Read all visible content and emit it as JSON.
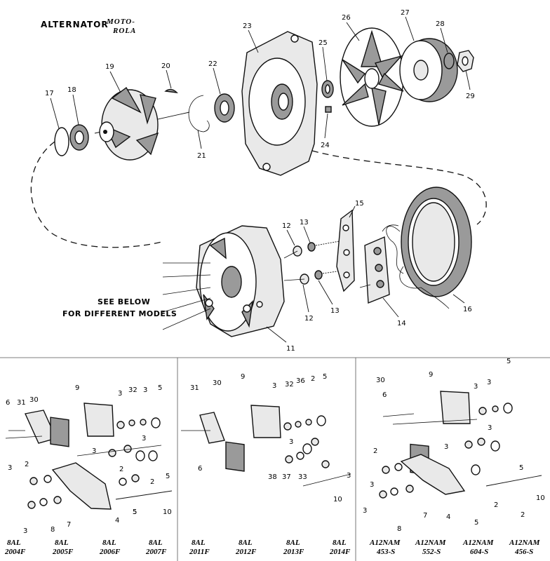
{
  "header": {
    "title": "ALTERNATOR",
    "subtitle_line1": "MOTO-",
    "subtitle_line2": "ROLA"
  },
  "note": {
    "line1": "SEE BELOW",
    "line2": "FOR DIFFERENT MODELS"
  },
  "callouts": {
    "c17": "17",
    "c18": "18",
    "c19": "19",
    "c20": "20",
    "c21": "21",
    "c22": "22",
    "c23": "23",
    "c24": "24",
    "c25": "25",
    "c26": "26",
    "c27": "27",
    "c28": "28",
    "c29": "29",
    "c11": "11",
    "c12a": "12",
    "c12b": "12",
    "c13a": "13",
    "c13b": "13",
    "c14": "14",
    "c15": "15",
    "c16": "16"
  },
  "panel1": {
    "callouts": [
      "6",
      "31",
      "30",
      "9",
      "3",
      "32",
      "3",
      "5",
      "3",
      "3",
      "5",
      "3",
      "2",
      "2",
      "2",
      "5",
      "3",
      "8",
      "7",
      "4",
      "5",
      "10"
    ],
    "models": [
      {
        "line1": "8AL",
        "line2": "2004F"
      },
      {
        "line1": "8AL",
        "line2": "2005F"
      },
      {
        "line1": "8AL",
        "line2": "2006F"
      },
      {
        "line1": "8AL",
        "line2": "2007F"
      }
    ]
  },
  "panel2": {
    "callouts": [
      "31",
      "30",
      "9",
      "3",
      "32",
      "36",
      "2",
      "5",
      "6",
      "3",
      "38",
      "37",
      "33",
      "3",
      "10"
    ],
    "models": [
      {
        "line1": "8AL",
        "line2": "2011F"
      },
      {
        "line1": "8AL",
        "line2": "2012F"
      },
      {
        "line1": "8AL",
        "line2": "2013F"
      },
      {
        "line1": "8AL",
        "line2": "2014F"
      }
    ]
  },
  "panel3": {
    "callouts": [
      "30",
      "6",
      "9",
      "3",
      "3",
      "5",
      "3",
      "3",
      "5",
      "2",
      "3",
      "3",
      "8",
      "7",
      "4",
      "5",
      "2",
      "2",
      "10"
    ],
    "models": [
      {
        "line1": "A12NAM",
        "line2": "453-S"
      },
      {
        "line1": "A12NAM",
        "line2": "552-S"
      },
      {
        "line1": "A12NAM",
        "line2": "604-S"
      },
      {
        "line1": "A12NAM",
        "line2": "456-S"
      }
    ]
  }
}
